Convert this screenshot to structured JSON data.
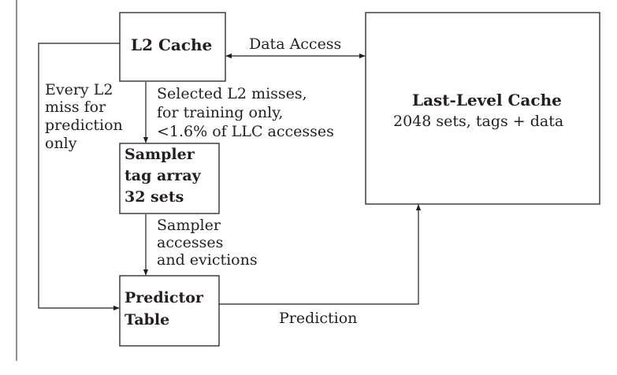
{
  "nodes": {
    "l2_cache": "L2 Cache",
    "last_level_cache": {
      "title": "Last-Level Cache",
      "subtitle": "2048 sets, tags + data"
    },
    "sampler": [
      "Sampler",
      "tag array",
      "32 sets"
    ],
    "predictor": [
      "Predictor",
      "Table"
    ]
  },
  "edges": {
    "data_access": "Data Access",
    "selected_misses": [
      "Selected L2 misses,",
      "for training only,",
      "<1.6% of LLC accesses"
    ],
    "every_miss": [
      "Every L2",
      "miss for",
      "prediction",
      "only"
    ],
    "sampler_accesses": [
      "Sampler",
      "accesses",
      "and evictions"
    ],
    "prediction": "Prediction"
  },
  "colors": {
    "stroke": "#231f20",
    "text": "#231f20",
    "background": "#ffffff"
  }
}
